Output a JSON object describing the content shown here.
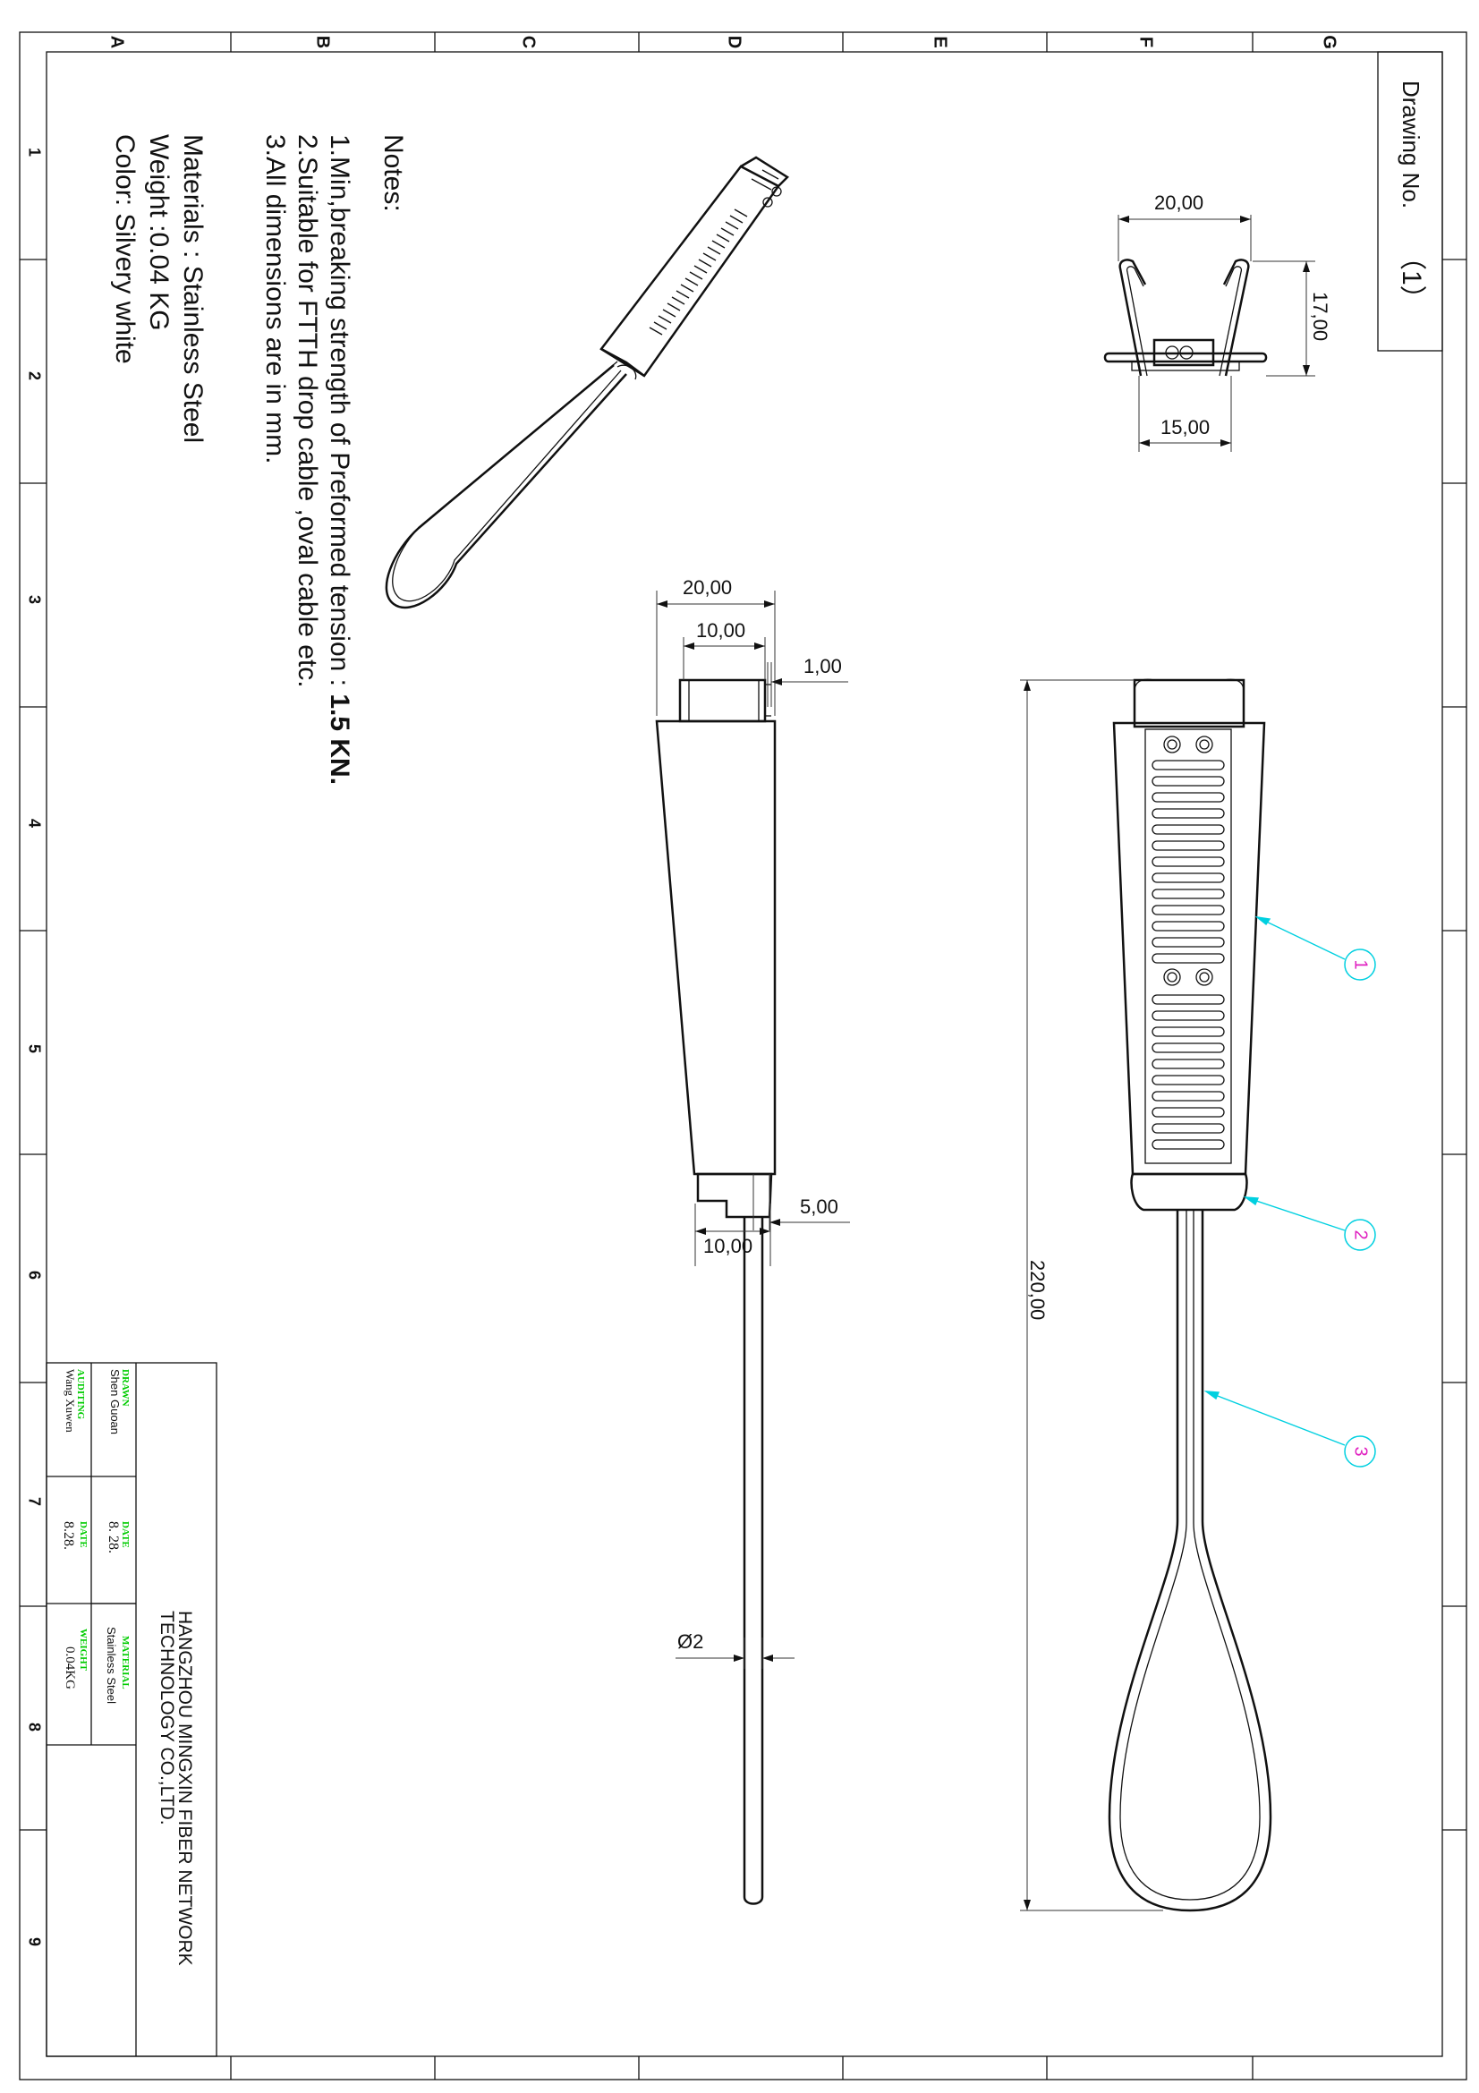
{
  "sheet": {
    "column_zones": [
      "A",
      "B",
      "C",
      "D",
      "E",
      "F",
      "G"
    ],
    "row_zones": [
      "1",
      "2",
      "3",
      "4",
      "5",
      "6",
      "7",
      "8",
      "9"
    ]
  },
  "drawing_no": {
    "label": "Drawing No.",
    "value": "（1）"
  },
  "notes": {
    "heading": "Notes:",
    "items": [
      {
        "text": "1.Min,breaking strength of Preformed tension : ",
        "emphasis": "1.5 KN."
      },
      {
        "text": "2.Suitable for FTTH drop cable ,oval cable etc."
      },
      {
        "text": "3.All dimensions are in mm."
      }
    ],
    "properties": [
      "Materials : Stainless Steel",
      "Weight :0.04 KG",
      "Color: Silvery white"
    ]
  },
  "title_block": {
    "company_line1": "HANGZHOU MINGXIN FIBER NETWORK",
    "company_line2": "TECHNOLOGY CO.,LTD.",
    "drawn_label": "DRAWN",
    "drawn_value": "Shen Guoan",
    "auditing_label": "AUDITING",
    "auditing_value": "Wang Xuwen",
    "date_label_1": "DATE",
    "date_value_1": "8. 28.",
    "date_label_2": "DATE",
    "date_value_2": "8.28.",
    "material_label": "MATERIAL",
    "material_value": "Stainless Steel",
    "weight_label": "WEIGHT",
    "weight_value": "0.04KG",
    "label_color": "#00cc00"
  },
  "dimensions": {
    "end_view_width": "20,00",
    "end_view_height": "17,00",
    "end_view_base": "15,00",
    "side_top_width": "20,00",
    "side_mid_width": "10,00",
    "side_thickness": "1,00",
    "side_neck": "5,00",
    "side_bottom_width": "10,00",
    "wire_diameter": "Ø2",
    "overall_length": "220,00"
  },
  "balloons": [
    "1",
    "2",
    "3"
  ],
  "colors": {
    "line": "#111111",
    "leader": "#00d0e0",
    "balloon_text": "#e020c0",
    "green_label": "#00cc00"
  }
}
